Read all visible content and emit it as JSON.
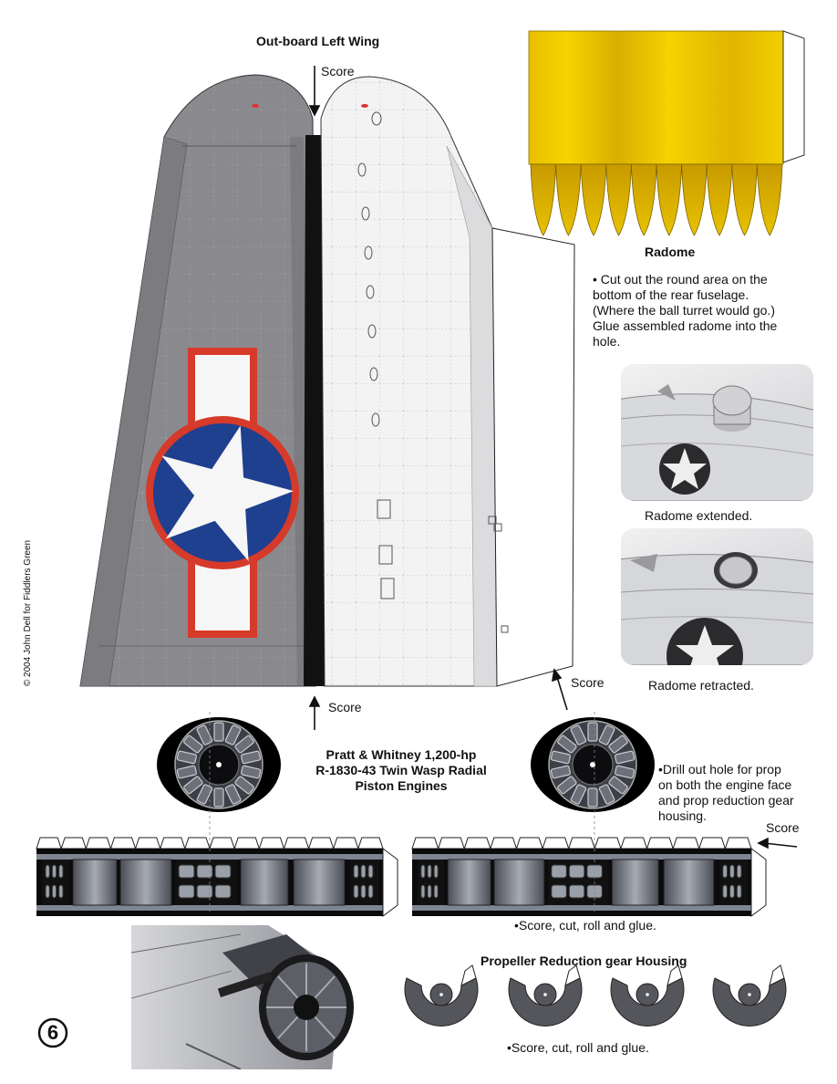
{
  "wing": {
    "title": "Out-board Left Wing"
  },
  "score_labels": {
    "top": "Score",
    "bottom": "Score",
    "right": "Score",
    "engine_strip": "Score"
  },
  "radome": {
    "title": "Radome",
    "instructions": "• Cut out the round area on the bottom of the rear fuselage. (Where the ball turret would go.) Glue assembled radome into the hole.",
    "instruction_lines": [
      "• Cut out the round area on the",
      "bottom of the rear fuselage.",
      "(Where the ball turret would go.)",
      "Glue assembled radome into the",
      "hole."
    ],
    "extended_caption": "Radome extended.",
    "retracted_caption": "Radome retracted."
  },
  "engines": {
    "title_lines": [
      "Pratt & Whitney 1,200-hp",
      "R-1830-43 Twin Wasp Radial",
      "Piston Engines"
    ],
    "drill_note_lines": [
      "•Drill out hole for prop",
      "on both the engine face",
      "and prop reduction gear",
      "housing."
    ]
  },
  "cowl_note": "•Score, cut, roll and glue.",
  "propeller": {
    "title": "Propeller Reduction gear Housing",
    "note": "•Score, cut, roll and glue."
  },
  "copyright": "© 2004 John Dell for Fiddlers Green",
  "page_number": "6",
  "colors": {
    "wing_top": "#8a8a8e",
    "wing_bottom": "#f2f2f2",
    "insignia_blue": "#1f3f8f",
    "insignia_red": "#d63a2a",
    "radome_yellow": "#f0c800",
    "housing_gray": "#55565c"
  }
}
